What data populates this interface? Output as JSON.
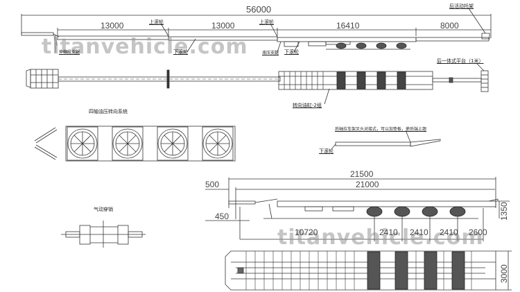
{
  "watermark": {
    "text": "titanvehicle.com",
    "color": "#9a9a9a"
  },
  "top_side_view": {
    "overall_length": "56000",
    "segments": [
      "13000",
      "13000",
      "16410",
      "8000"
    ],
    "labels": {
      "upper_roller_1": "上滚轮",
      "upper_roller_2": "上滚轮",
      "lower_roller_1": "下滚轮",
      "lower_roller_2": "下滚轮",
      "landing_gear": "伸缩段支腿",
      "hydraulic_support": "液压支腿",
      "rear_movable_bracket": "后活动托架"
    }
  },
  "top_plan_view": {
    "labels": {
      "rear_platform": "后一体式平台（1米）",
      "steering_cylinder": "转向油缸-2组"
    }
  },
  "steering_detail": {
    "title": "四轴油压转向系统",
    "axle_count": 4
  },
  "rear_frame_detail": {
    "note": "后轴拉车架叉头对接式，可以加垫板，使后端上翘",
    "label": "下滚轮"
  },
  "pneumatic_detail": {
    "title": "气动穿销"
  },
  "retracted_side_view": {
    "overall_length": "21500",
    "deck_length": "21000",
    "front_overhang": "500",
    "kingpin_offset": "450",
    "height": "1350",
    "axle_spacings": [
      "10720",
      "2410",
      "2410",
      "2410",
      "2600"
    ]
  },
  "retracted_plan_view": {
    "width": "3000"
  }
}
